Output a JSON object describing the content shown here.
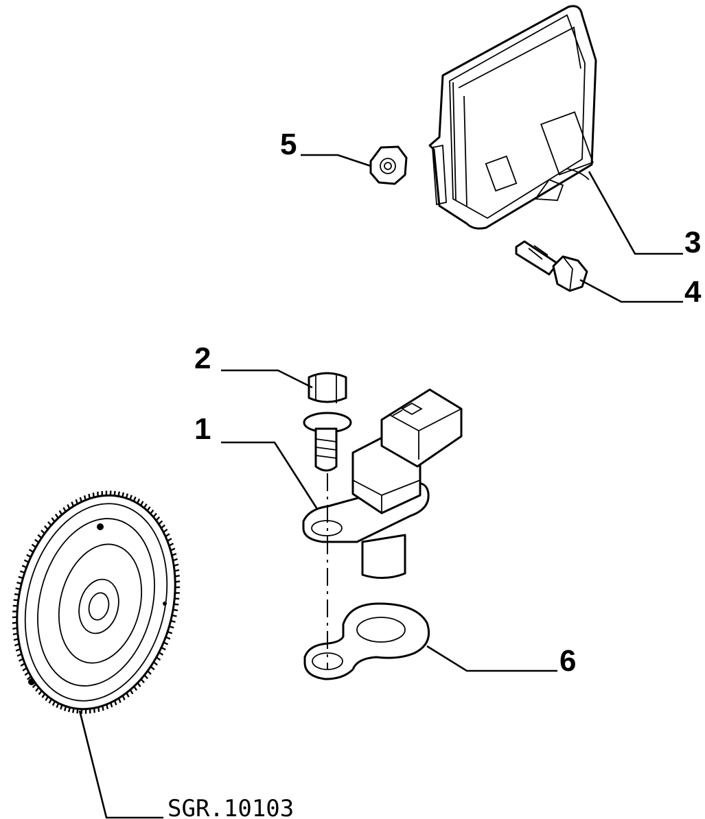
{
  "diagram": {
    "callouts": {
      "c1": "1",
      "c2": "2",
      "c3": "3",
      "c4": "4",
      "c5": "5",
      "c6": "6"
    },
    "reference_code": "SGR.10103"
  }
}
